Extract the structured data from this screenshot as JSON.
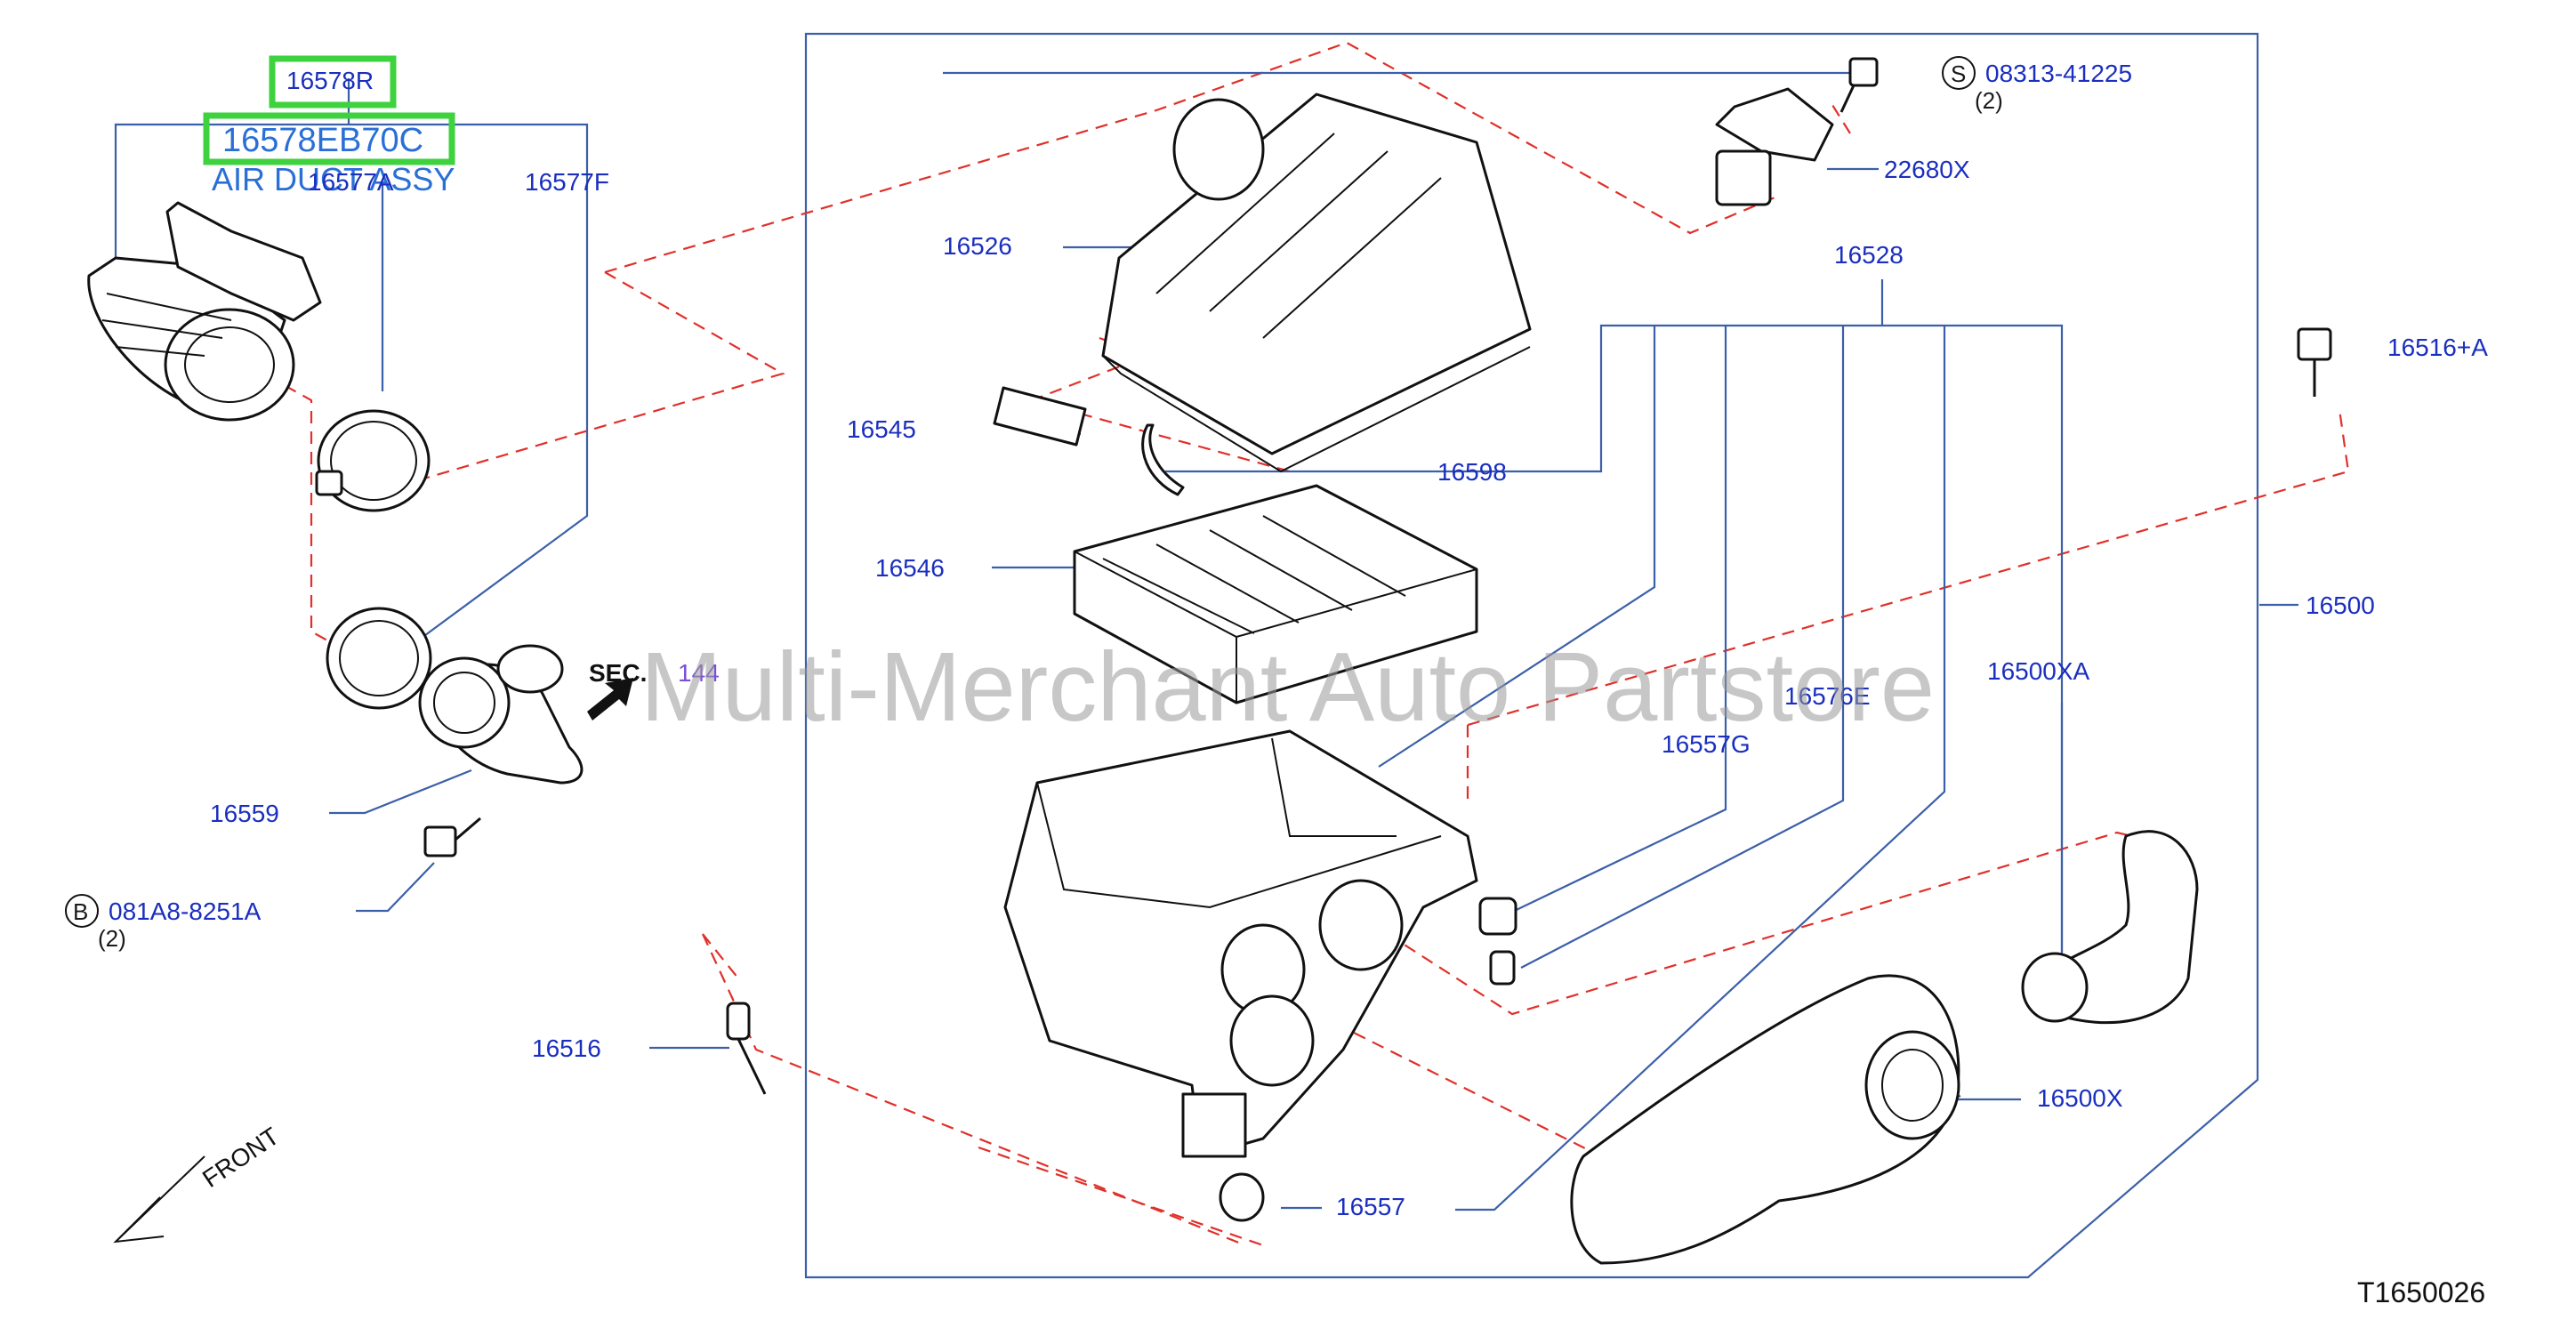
{
  "highlight": {
    "part_number": "16578R",
    "selected_part": "16578EB70C",
    "description": "AIR DUCT ASSY"
  },
  "labels": {
    "p16577A": "16577A",
    "p16577F": "16577F",
    "p16526": "16526",
    "p16545": "16545",
    "p16598": "16598",
    "p16546": "16546",
    "p16528": "16528",
    "p16559": "16559",
    "p081A8": "081A8-8251A",
    "p081A8_qty": "(2)",
    "p08313": "08313-41225",
    "p08313_qty": "(2)",
    "p22680X": "22680X",
    "p16516A": "16516+A",
    "p16500": "16500",
    "p16500XA": "16500XA",
    "p16576E": "16576E",
    "p16557G": "16557G",
    "p16516": "16516",
    "p16557": "16557",
    "p16500X": "16500X",
    "sec": "SEC.",
    "sec_num": "144",
    "front": "FRONT",
    "circle_b": "B",
    "circle_s": "S"
  },
  "watermark": "Multi-Merchant Auto Partstore",
  "diagram_code": "T1650026",
  "colors": {
    "label_blue": "#1a2fbf",
    "highlight_green": "#3ed23e",
    "leader_blue": "#3b5fa8",
    "dashed_red": "#e0302a"
  }
}
